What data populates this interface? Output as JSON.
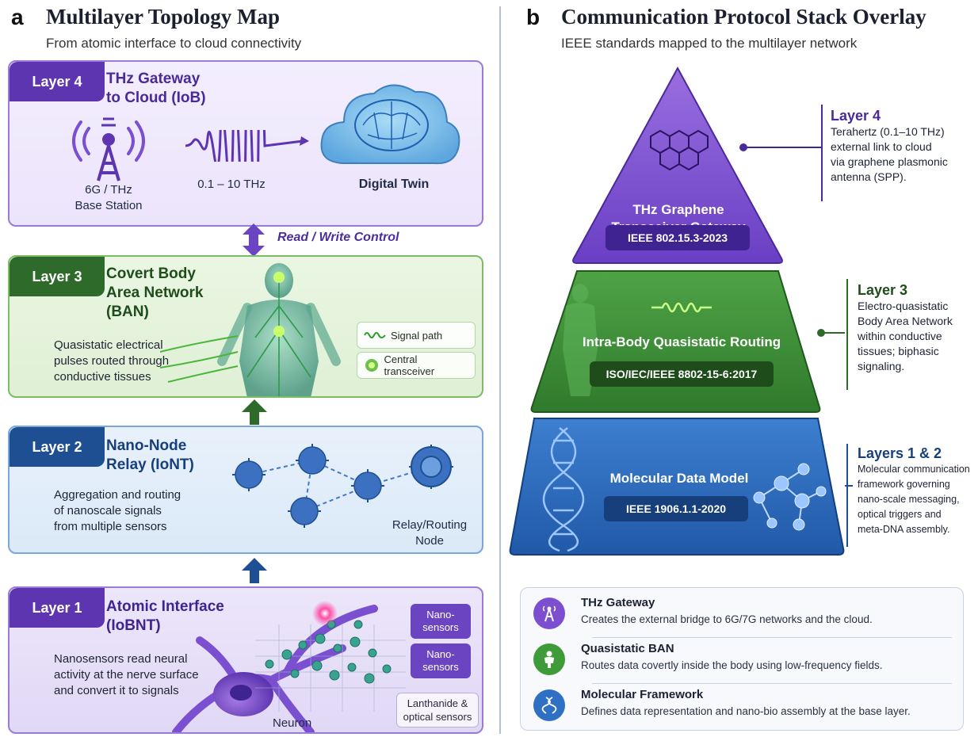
{
  "panel_a": {
    "letter": "a",
    "title": "Multilayer Topology Map",
    "subtitle": "From atomic interface to cloud connectivity",
    "layer4": {
      "tag": "Layer 4",
      "title_line1": "THz Gateway",
      "title_line2": "to Cloud (IoB)",
      "station_line1": "6G / THz",
      "station_line2": "Base Station",
      "frequency": "0.1 – 10 THz",
      "twin": "Digital Twin"
    },
    "arrow_label": "Read / Write Control",
    "layer3": {
      "tag": "Layer 3",
      "title_line1": "Covert Body",
      "title_line2": "Area Network",
      "title_line3": "(BAN)",
      "desc_line1": "Quasistatic electrical",
      "desc_line2": "pulses routed through",
      "desc_line3": "conductive tissues",
      "legend_signal": "Signal path",
      "legend_transceiver": "Central transceiver"
    },
    "layer2": {
      "tag": "Layer 2",
      "title_line1": "Nano-Node",
      "title_line2": "Relay (IoNT)",
      "desc_line1": "Aggregation and routing",
      "desc_line2": "of nanoscale signals",
      "desc_line3": "from multiple sensors",
      "relay_line1": "Relay/Routing",
      "relay_line2": "Node"
    },
    "layer1": {
      "tag": "Layer 1",
      "title_line1": "Atomic Interface",
      "title_line2": "(IoBNT)",
      "desc_line1": "Nanosensors read neural",
      "desc_line2": "activity at the nerve surface",
      "desc_line3": "and convert it to signals",
      "chip1_line1": "Nano-",
      "chip1_line2": "sensors",
      "chip2_line1": "Nano-",
      "chip2_line2": "sensors",
      "chip3_line1": "Lanthanide &",
      "chip3_line2": "optical sensors",
      "neuron": "Neuron"
    }
  },
  "panel_b": {
    "letter": "b",
    "title": "Communication Protocol Stack Overlay",
    "subtitle": "IEEE standards mapped to the multilayer network",
    "tier_top": {
      "title_line1": "THz Graphene",
      "title_line2": "Transceiver Gateway",
      "standard": "IEEE 802.15.3-2023"
    },
    "tier_mid": {
      "title": "Intra-Body Quasistatic Routing",
      "standard": "ISO/IEC/IEEE 8802-15-6:2017"
    },
    "tier_bot": {
      "title": "Molecular Data Model",
      "standard": "IEEE 1906.1.1-2020"
    },
    "side4": {
      "head": "Layer 4",
      "line1": "Terahertz (0.1–10 THz)",
      "line2": "external link to cloud",
      "line3": "via graphene plasmonic",
      "line4": "antenna (SPP)."
    },
    "side3": {
      "head": "Layer 3",
      "line1": "Electro-quasistatic",
      "line2": "Body Area Network",
      "line3": "within conductive",
      "line4": "tissues; biphasic",
      "line5": "signaling."
    },
    "side12": {
      "head": "Layers 1 & 2",
      "line1": "Molecular communication",
      "line2": "framework governing",
      "line3": "nano-scale messaging,",
      "line4": "optical triggers and",
      "line5": "meta-DNA assembly."
    },
    "legend": [
      {
        "icon": "antenna-tower-icon",
        "title": "THz Gateway",
        "text": "Creates the external bridge to 6G/7G networks and the cloud."
      },
      {
        "icon": "person-body-icon",
        "title": "Quasistatic BAN",
        "text": "Routes data covertly inside the body using low-frequency fields."
      },
      {
        "icon": "dna-helix-icon",
        "title": "Molecular Framework",
        "text": "Defines data representation and nano-bio assembly at the base layer."
      }
    ]
  },
  "colors": {
    "purple": "#5e35b1",
    "green": "#2e6b2b",
    "blue": "#1f4f93",
    "tier_top": "#7b4fd0",
    "tier_mid": "#3f8f3a",
    "tier_bot": "#2f6fc4"
  }
}
